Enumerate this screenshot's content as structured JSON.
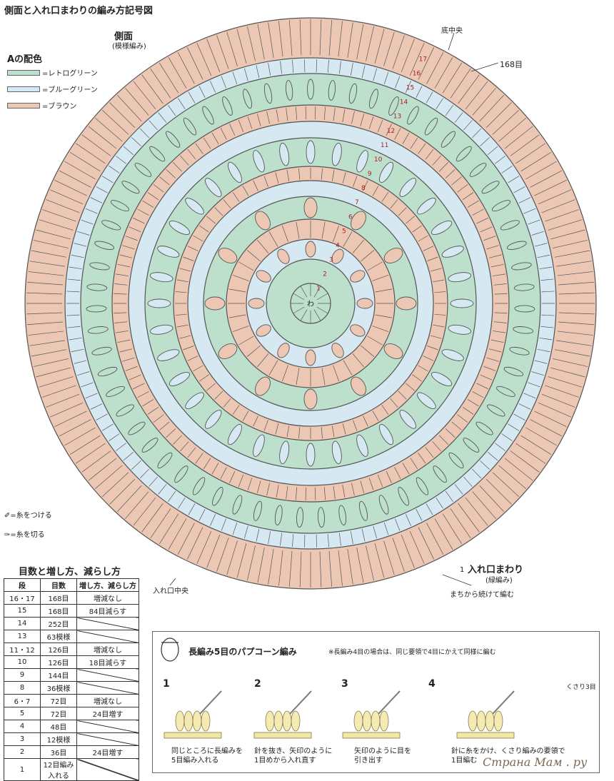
{
  "title": "側面と入れ口まわりの編み方記号図",
  "side": {
    "label": "側面",
    "sub": "(模様編み)"
  },
  "legend": {
    "title": "Aの配色",
    "items": [
      {
        "label": "=レトログリーン",
        "color": "#bde0cc"
      },
      {
        "label": "=ブルーグリーン",
        "color": "#d6e8f2"
      },
      {
        "label": "=ブラウン",
        "color": "#ecc8b4"
      }
    ]
  },
  "yarn_notes": {
    "attach": "=糸をつける",
    "cut": "=糸を切る"
  },
  "diagram": {
    "center_bottom": "底中央",
    "count_label": "168目",
    "center_mark": "わ",
    "entrance_title": "入れ口まわり",
    "entrance_sub": "(緑編み)",
    "entrance_note": "まちから続けて編む",
    "entrance_center": "入れ口中央",
    "entrance_round": "1",
    "round_numbers": [
      "1",
      "2",
      "3",
      "4",
      "5",
      "6",
      "7",
      "8",
      "9",
      "10",
      "11",
      "12",
      "13",
      "14",
      "15",
      "16",
      "17"
    ]
  },
  "table": {
    "title": "目数と増し方、減らし方",
    "headers": [
      "段",
      "目数",
      "増し方、減らし方"
    ],
    "rows": [
      [
        "16・17",
        "168目",
        "増減なし"
      ],
      [
        "15",
        "168目",
        "84目減らす"
      ],
      [
        "14",
        "252目",
        ""
      ],
      [
        "13",
        "63模様",
        ""
      ],
      [
        "11・12",
        "126目",
        "増減なし"
      ],
      [
        "10",
        "126目",
        "18目減らす"
      ],
      [
        "9",
        "144目",
        ""
      ],
      [
        "8",
        "36模様",
        ""
      ],
      [
        "6・7",
        "72目",
        "増減なし"
      ],
      [
        "5",
        "72目",
        "24目増す"
      ],
      [
        "4",
        "48目",
        ""
      ],
      [
        "3",
        "12模様",
        ""
      ],
      [
        "2",
        "36目",
        "24目増す"
      ],
      [
        "1",
        "12目編み入れる",
        ""
      ]
    ]
  },
  "instructions": {
    "title": "長編み5目のパプコーン編み",
    "note": "※長編み4目の場合は、同じ要領で4目にかえて同様に編む",
    "chain_label": "くさり3目",
    "steps": [
      {
        "num": "1",
        "text": [
          "同じところに長編みを",
          "5目編み入れる"
        ]
      },
      {
        "num": "2",
        "text": [
          "針を抜き、矢印のように",
          "1目めから入れ直す"
        ]
      },
      {
        "num": "3",
        "text": [
          "矢印のように目を",
          "引き出す"
        ]
      },
      {
        "num": "4",
        "text": [
          "針に糸をかけ、くさり編みの要領で",
          "1目編む"
        ]
      }
    ]
  },
  "watermark": "Страна Мам . ру",
  "colors": {
    "green": "#bde0cc",
    "blue": "#d6e8f2",
    "brown": "#ecc8b4",
    "line": "#555555",
    "round_number": "#b02020"
  }
}
